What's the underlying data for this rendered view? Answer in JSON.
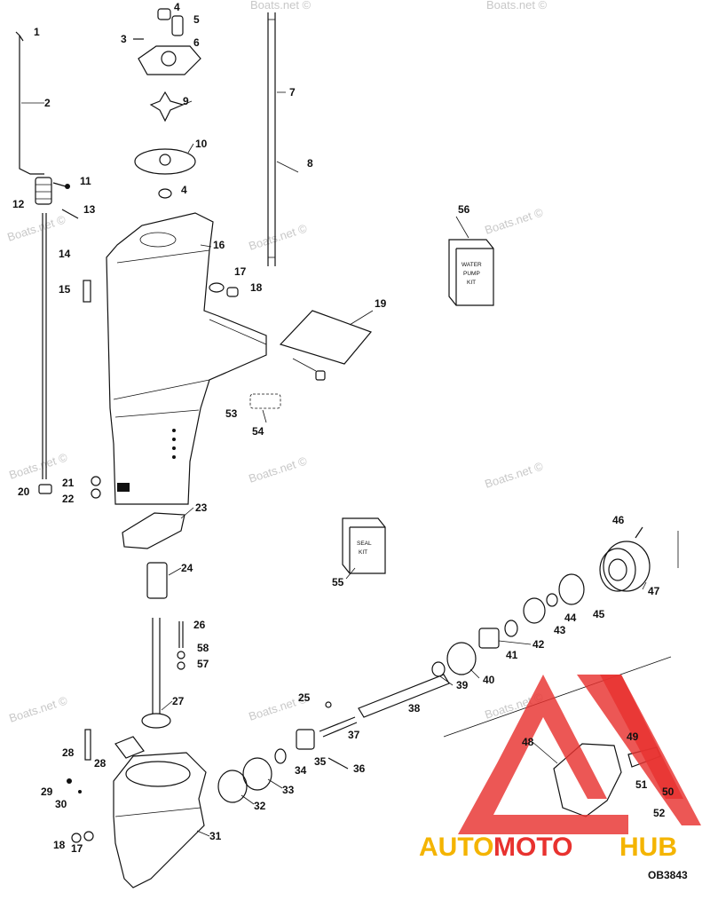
{
  "watermark": "Boats.net ©",
  "drawing_code": "OB3843",
  "kits": {
    "water_pump": [
      "WATER",
      "PUMP",
      "KIT"
    ],
    "seal": [
      "SEAL",
      "KIT"
    ]
  },
  "brand": {
    "part1": "AUTO",
    "part2": "MOTO",
    "part3": "HUB",
    "color_red": "#e8322f",
    "color_yellow": "#f4b400"
  },
  "parts": [
    "1",
    "2",
    "3",
    "4",
    "5",
    "6",
    "7",
    "8",
    "9",
    "10",
    "11",
    "12",
    "13",
    "14",
    "15",
    "16",
    "17",
    "18",
    "19",
    "20",
    "21",
    "22",
    "23",
    "24",
    "25",
    "26",
    "27",
    "28",
    "29",
    "30",
    "31",
    "32",
    "33",
    "34",
    "35",
    "36",
    "37",
    "38",
    "39",
    "40",
    "41",
    "42",
    "43",
    "44",
    "45",
    "46",
    "47",
    "48",
    "49",
    "50",
    "51",
    "52",
    "53",
    "54",
    "55",
    "56",
    "57",
    "58"
  ],
  "extra_labels": [
    "4",
    "18",
    "17",
    "28"
  ]
}
